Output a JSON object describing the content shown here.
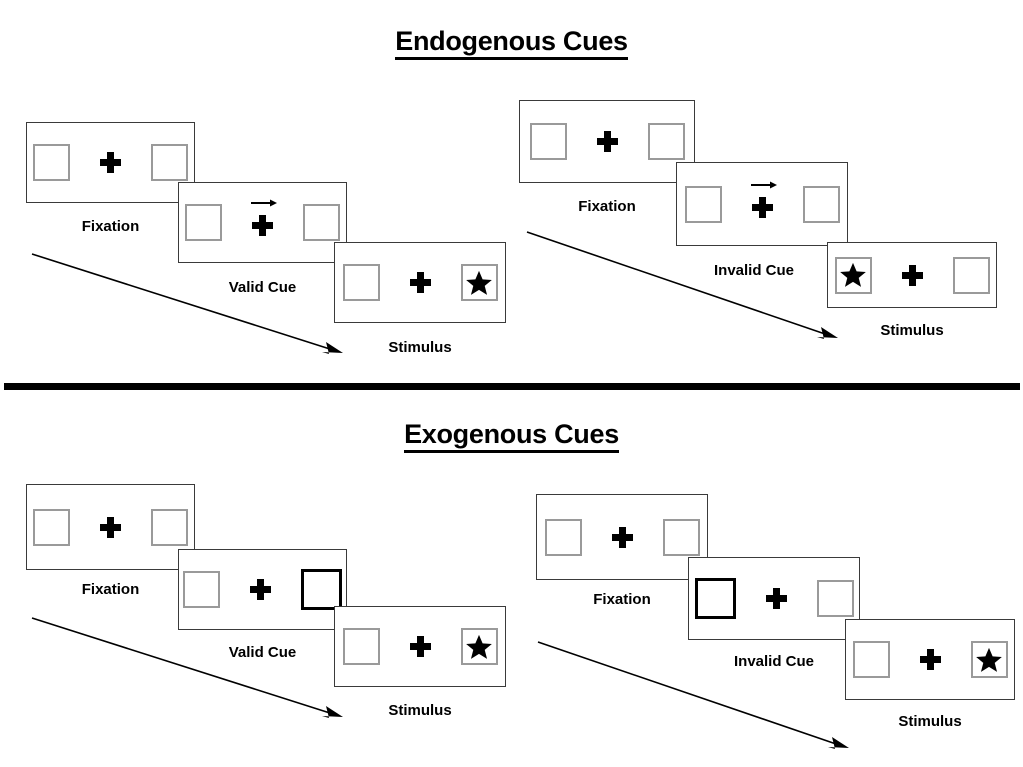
{
  "figure": {
    "sections": [
      {
        "id": "endogenous",
        "title": "Endogenous Cues",
        "columns": [
          {
            "id": "endogenous-valid",
            "frames": [
              {
                "label": "Fixation",
                "cue": "none",
                "left_content": "empty",
                "right_content": "empty"
              },
              {
                "label": "Valid Cue",
                "cue": "arrow-right",
                "left_content": "empty",
                "right_content": "empty"
              },
              {
                "label": "Stimulus",
                "cue": "none",
                "left_content": "empty",
                "right_content": "star"
              }
            ]
          },
          {
            "id": "endogenous-invalid",
            "frames": [
              {
                "label": "Fixation",
                "cue": "none",
                "left_content": "empty",
                "right_content": "empty"
              },
              {
                "label": "Invalid Cue",
                "cue": "arrow-right",
                "left_content": "empty",
                "right_content": "empty"
              },
              {
                "label": "Stimulus",
                "cue": "none",
                "left_content": "star",
                "right_content": "empty"
              }
            ]
          }
        ]
      },
      {
        "id": "exogenous",
        "title": "Exogenous Cues",
        "columns": [
          {
            "id": "exogenous-valid",
            "frames": [
              {
                "label": "Fixation",
                "cue": "none",
                "left_content": "empty",
                "right_content": "empty"
              },
              {
                "label": "Valid Cue",
                "cue": "box-highlight-right",
                "left_content": "empty",
                "right_content": "empty"
              },
              {
                "label": "Stimulus",
                "cue": "none",
                "left_content": "empty",
                "right_content": "star"
              }
            ]
          },
          {
            "id": "exogenous-invalid",
            "frames": [
              {
                "label": "Fixation",
                "cue": "none",
                "left_content": "empty",
                "right_content": "empty"
              },
              {
                "label": "Invalid Cue",
                "cue": "box-highlight-left",
                "left_content": "empty",
                "right_content": "empty"
              },
              {
                "label": "Stimulus",
                "cue": "none",
                "left_content": "empty",
                "right_content": "star"
              }
            ]
          }
        ]
      }
    ],
    "icons": {
      "fixation_cross": "plus-icon",
      "cue_arrow": "arrow-right-icon",
      "target": "star-icon",
      "time_flow": "diagonal-arrow-icon"
    },
    "colors": {
      "ink": "#000000",
      "panel_border": "#3a3a3a",
      "placeholder_border": "#9a9a9a",
      "cue_border": "#000000",
      "background": "#ffffff"
    }
  }
}
